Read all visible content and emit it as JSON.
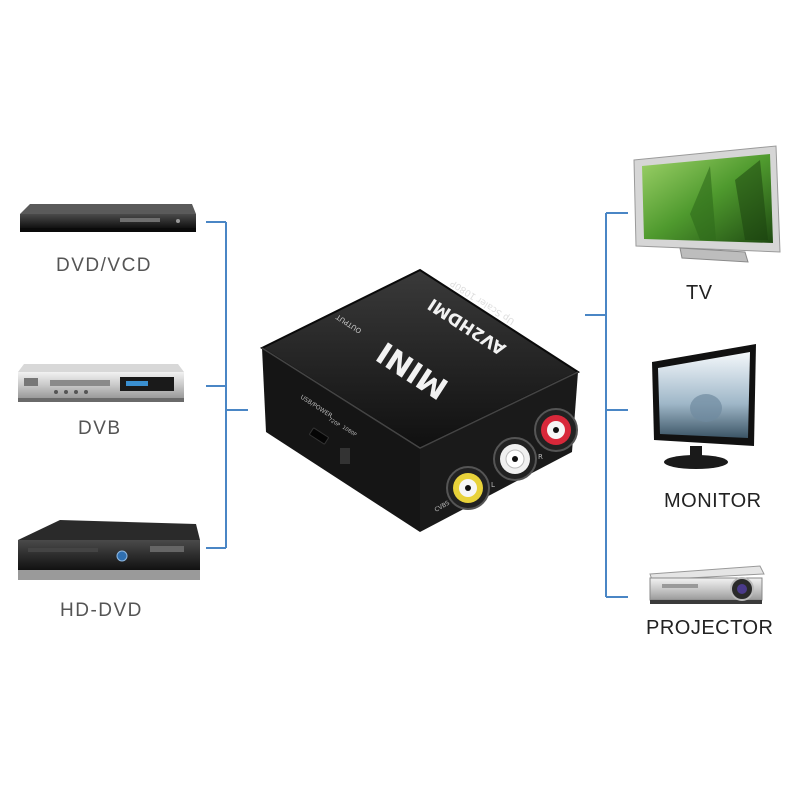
{
  "sources": [
    {
      "label": "DVD/VCD",
      "icon": "dvd-player-icon"
    },
    {
      "label": "DVB",
      "icon": "dvb-receiver-icon"
    },
    {
      "label": "HD-DVD",
      "icon": "hd-dvd-player-icon"
    }
  ],
  "outputs": [
    {
      "label": "TV",
      "icon": "tv-icon"
    },
    {
      "label": "MONITOR",
      "icon": "monitor-icon"
    },
    {
      "label": "PROJECTOR",
      "icon": "projector-icon"
    }
  ],
  "converter": {
    "badge": "MINI",
    "model": "AV2HDMI",
    "subtitle": "Up Scaler 1080P",
    "output_label": "OUTPUT",
    "power_label": "USB/POWER",
    "switch_labels": [
      "720P",
      "1080P"
    ],
    "jack_labels": [
      "CVBS",
      "L",
      "R"
    ]
  },
  "colors": {
    "connector_line": "#4a86c5",
    "device_body": "#1c1c1c",
    "jack_yellow": "#e8d23a",
    "jack_white": "#f0f0f0",
    "jack_red": "#d8283a"
  }
}
